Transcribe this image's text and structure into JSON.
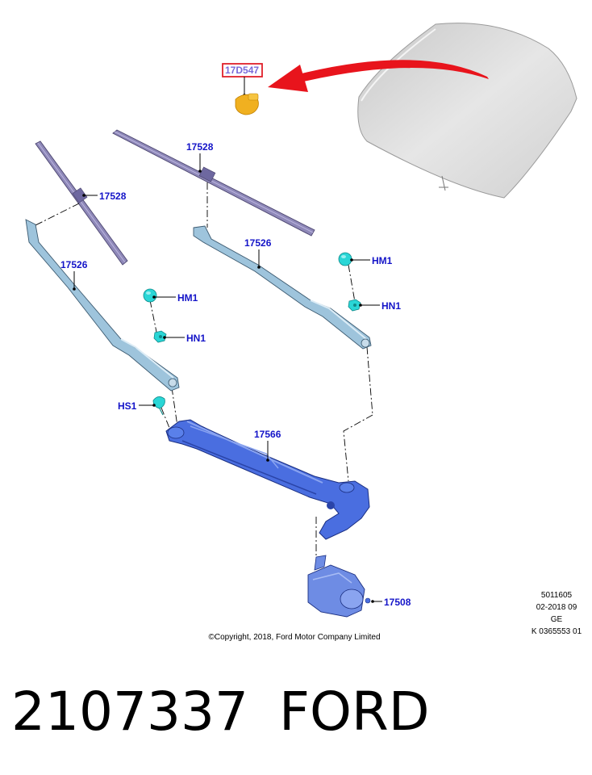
{
  "highlight_part": "17D547",
  "parts": {
    "blade_left": "17528",
    "blade_right": "17528",
    "arm_left": "17526",
    "arm_right": "17526",
    "cap_left": "HM1",
    "cap_right": "HM1",
    "nut_left": "HN1",
    "nut_right": "HN1",
    "screw": "HS1",
    "linkage": "17566",
    "motor": "17508"
  },
  "diagram_meta": {
    "line1": "5011605",
    "line2": "02-2018 09",
    "line3": "GE",
    "line4": "K 0365553 01"
  },
  "copyright": "©Copyright, 2018, Ford Motor Company Limited",
  "part_number": "2107337",
  "brand": "FORD",
  "colors": {
    "label": "#1414c8",
    "highlight_box": "#e0202a",
    "arrow": "#e8141c",
    "blade": "#8e88b8",
    "arm": "#9ec4dc",
    "linkage": "#4a6ee0",
    "fastener": "#2ad6d6",
    "pump": "#f0b020",
    "windshield": "#d4d4d4"
  }
}
